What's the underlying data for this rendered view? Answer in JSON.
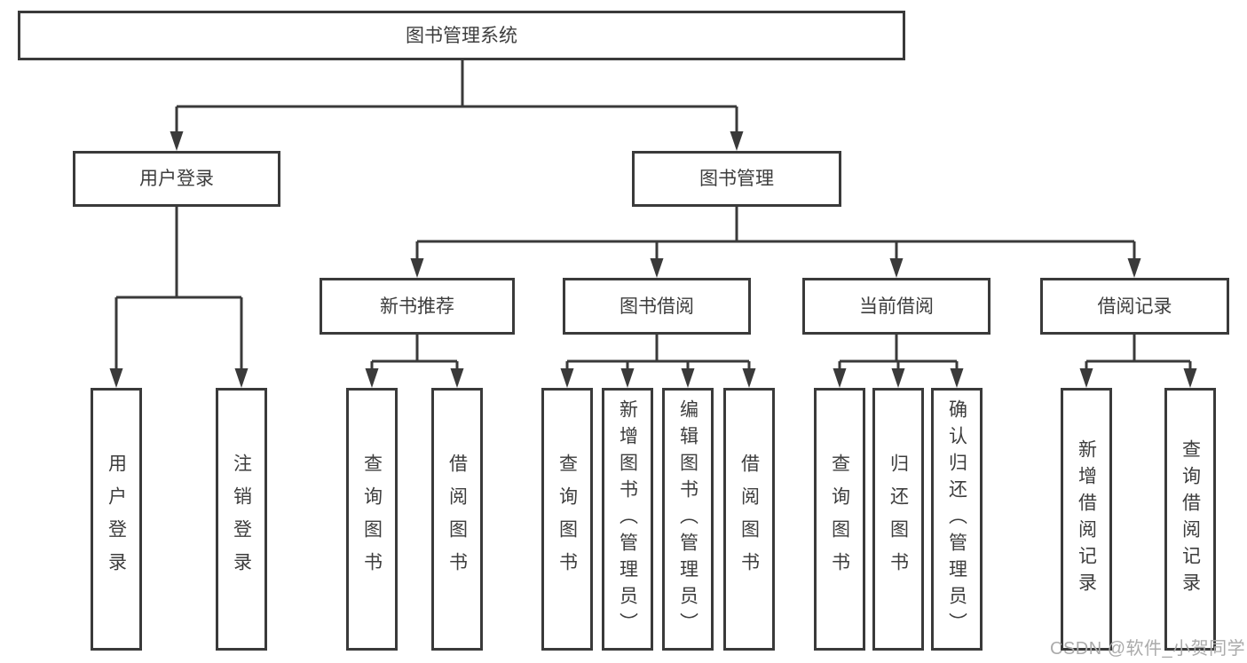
{
  "diagram": {
    "root": {
      "label": "图书管理系统"
    },
    "login": {
      "label": "用户登录",
      "children": [
        "用户登录",
        "注销登录"
      ]
    },
    "management": {
      "label": "图书管理",
      "sections": [
        {
          "label": "新书推荐",
          "children": [
            "查询图书",
            "借阅图书"
          ]
        },
        {
          "label": "图书借阅",
          "children": [
            "查询图书",
            "新增图书（管理员）",
            "编辑图书（管理员）",
            "借阅图书"
          ]
        },
        {
          "label": "当前借阅",
          "children": [
            "查询图书",
            "归还图书",
            "确认归还（管理员）"
          ]
        },
        {
          "label": "借阅记录",
          "children": [
            "新增借阅记录",
            "查询借阅记录"
          ]
        }
      ]
    }
  },
  "watermark": "CSDN @软件_小贺同学",
  "colors": {
    "line": "#3a3a3a",
    "text": "#3d3d3d",
    "watermark": "#ababab",
    "background": "#ffffff"
  }
}
